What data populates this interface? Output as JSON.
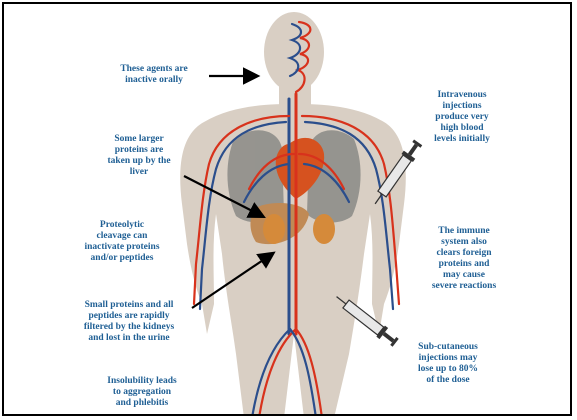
{
  "colors": {
    "label_text": "#1f5f94",
    "silhouette": "#d9cfc4",
    "artery": "#d8321c",
    "vein": "#2b4e8c",
    "organ_gray": "#8a8a86",
    "liver": "#c08a55",
    "heart": "#d6521f",
    "kidney": "#d58a3a",
    "arrow": "#000000"
  },
  "icons": [
    "syringe-icon",
    "syringe-icon",
    "arrow-icon"
  ],
  "labels": {
    "inactive_orally": "These agents are\ninactive orally",
    "liver_uptake": "Some larger\nproteins are\ntaken up by the\nliver",
    "proteolytic": "Proteolytic\ncleavage can\ninactivate proteins\nand/or peptides",
    "kidney_filtration": "Small proteins and all\npeptides are rapidly\nfiltered by the kidneys\nand lost  in the urine",
    "insolubility": "Insolubility leads\nto aggregation\nand phlebitis",
    "intravenous": "Intravenous\ninjections\nproduce very\nhigh blood\nlevels initially",
    "immune": "The immune\nsystem also\nclears foreign\nproteins and\nmay cause\nsevere reactions",
    "subcutaneous": "Sub-cutaneous\ninjections may\nlose up to 80%\nof the dose"
  }
}
